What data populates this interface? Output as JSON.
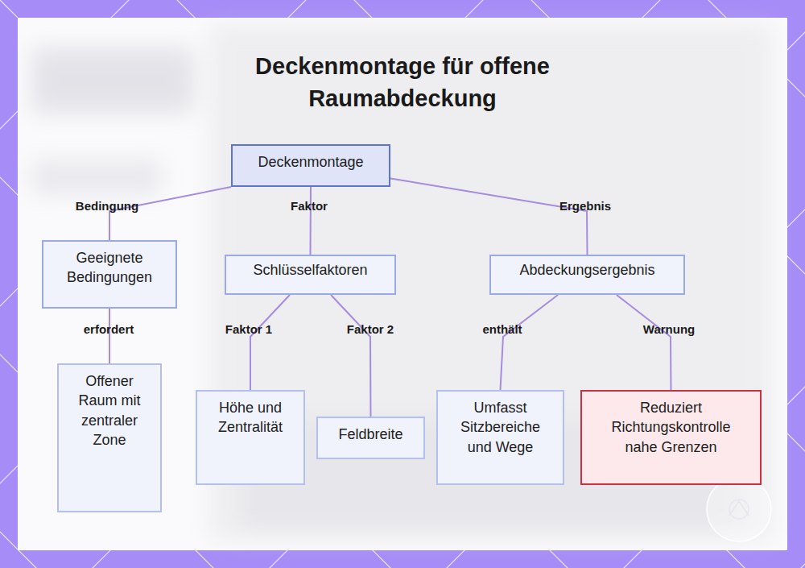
{
  "diagram": {
    "title": "Deckenmontage für offene Raumabdeckung",
    "nodes": [
      {
        "text": [
          "Deckenmontage"
        ]
      },
      {
        "text": [
          "Geeignete Bedingungen"
        ]
      },
      {
        "text": [
          "Schlüsselfaktoren"
        ]
      },
      {
        "text": [
          "Abdeckungsergebnis"
        ]
      },
      {
        "text": [
          "Offener Raum mit zentraler Zone"
        ]
      },
      {
        "text": [
          "Höhe und Zentralität"
        ]
      },
      {
        "text": [
          "Feldbreite"
        ]
      },
      {
        "text": [
          "Umfasst Sitzbereiche und Wege"
        ]
      },
      {
        "text": [
          "Reduziert Richtungskontrolle nahe Grenzen"
        ]
      }
    ],
    "edges": [
      {
        "from": 0,
        "to": 1,
        "label": "Bedingung",
        "arrow": "none"
      },
      {
        "from": 0,
        "to": 2,
        "label": "Faktor",
        "arrow": "none"
      },
      {
        "from": 0,
        "to": 3,
        "label": "Ergebnis",
        "arrow": "none"
      },
      {
        "from": 1,
        "to": 4,
        "label": "erfordert",
        "arrow": "none"
      },
      {
        "from": 2,
        "to": 5,
        "label": "Faktor 1",
        "arrow": "none"
      },
      {
        "from": 2,
        "to": 6,
        "label": "Faktor 2",
        "arrow": "none"
      },
      {
        "from": 3,
        "to": 7,
        "label": "enthält",
        "arrow": "none"
      },
      {
        "from": 3,
        "to": 8,
        "label": "Warnung",
        "arrow": "none"
      }
    ]
  }
}
